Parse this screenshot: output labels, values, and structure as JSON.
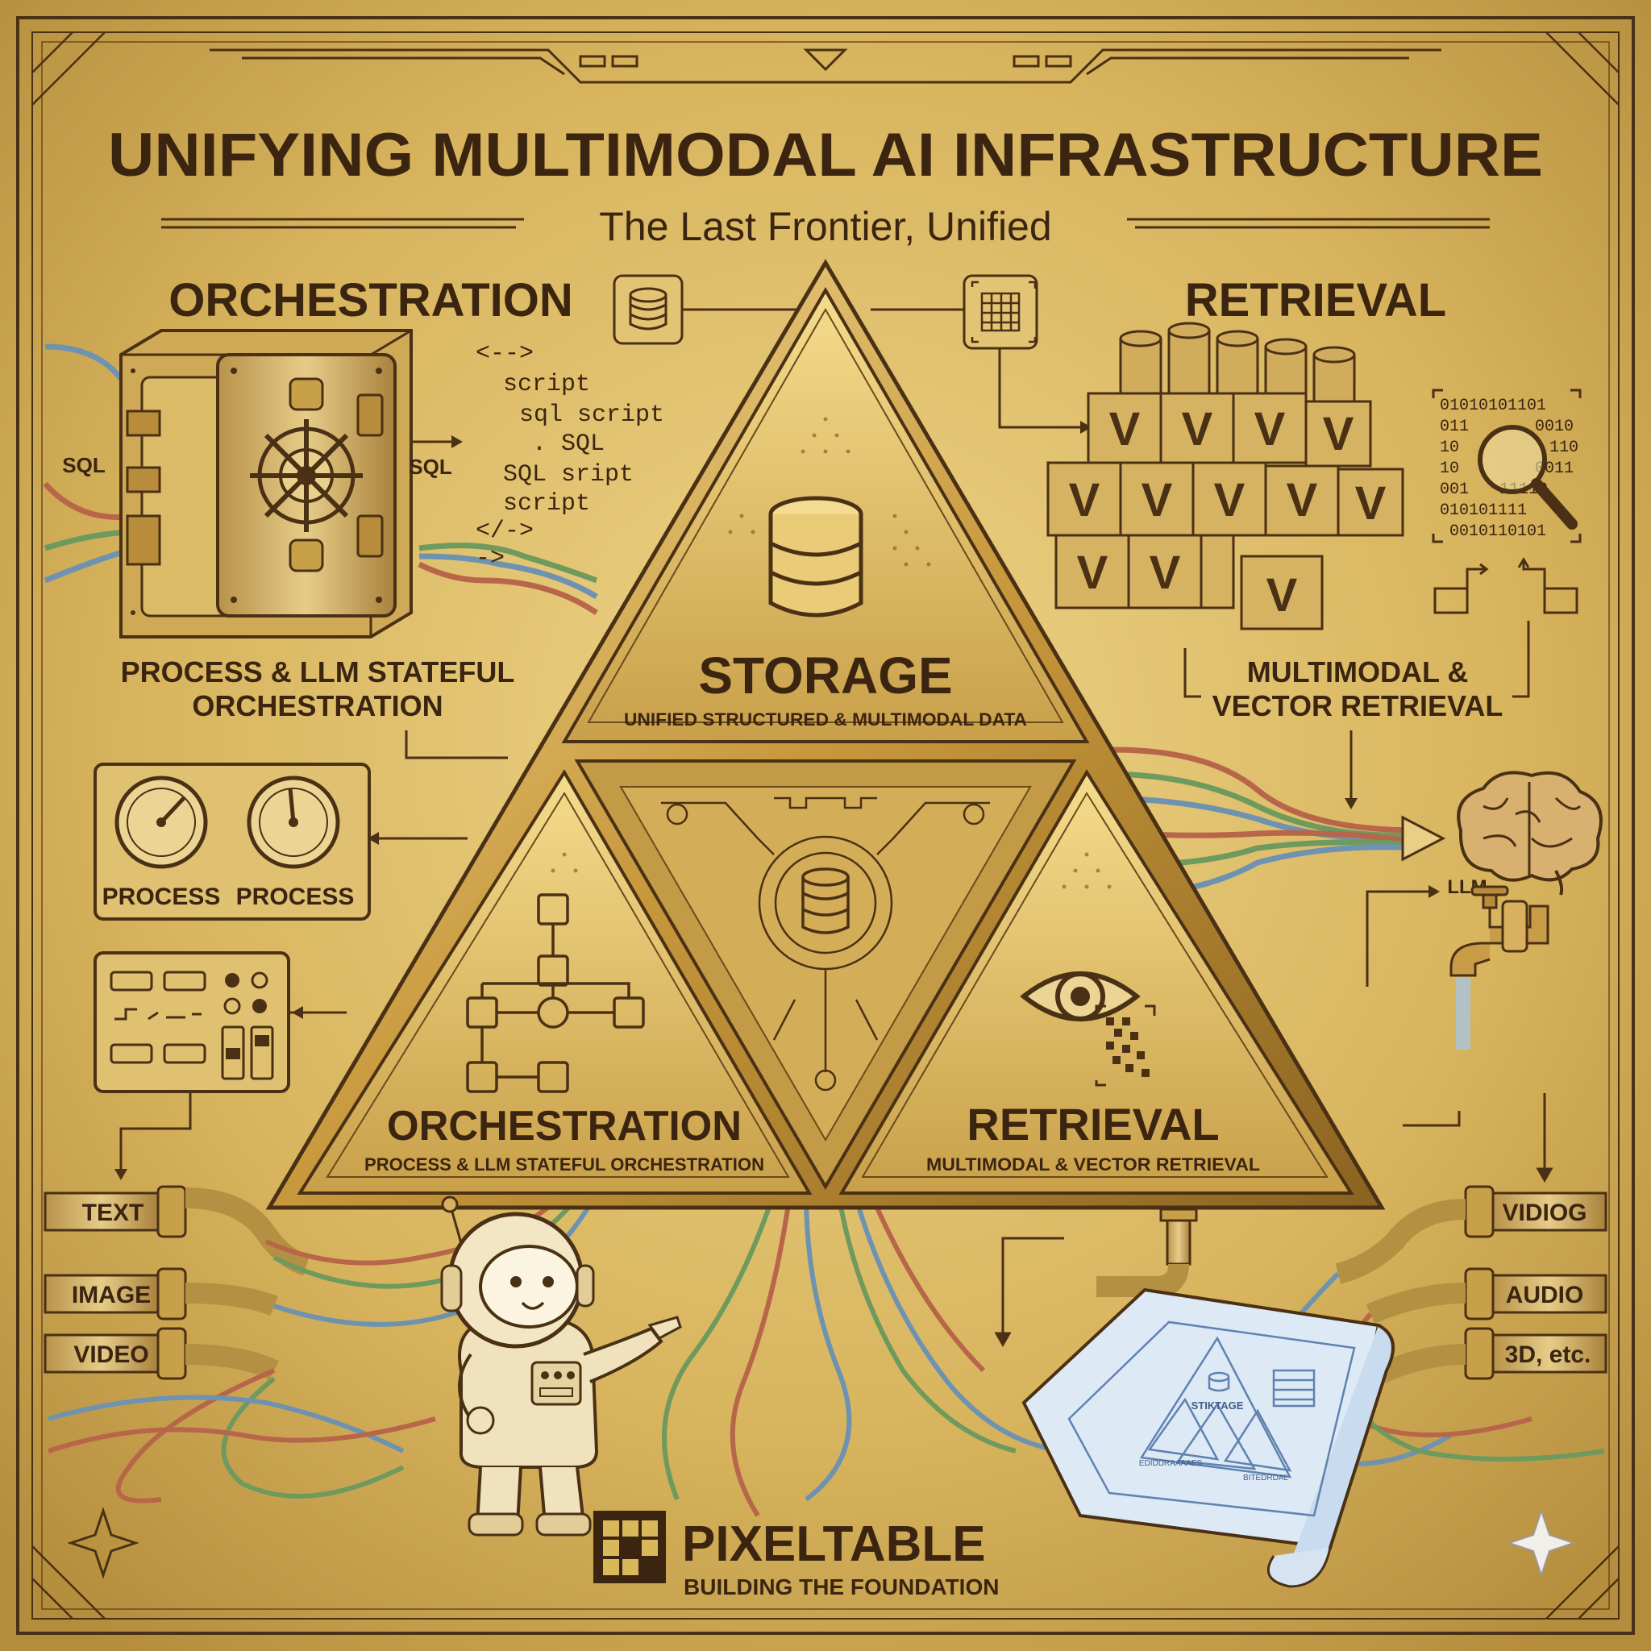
{
  "header": {
    "title": "UNIFYING MULTIMODAL AI INFRASTRUCTURE",
    "subtitle": "The Last Frontier, Unified"
  },
  "sections": {
    "orchestration": {
      "heading": "ORCHESTRATION",
      "caption_line1": "PROCESS & LLM STATEFUL",
      "caption_line2": "ORCHESTRATION"
    },
    "retrieval": {
      "heading": "RETRIEVAL",
      "caption_line1": "MULTIMODAL &",
      "caption_line2": "VECTOR RETRIEVAL"
    }
  },
  "vault": {
    "label_left": "SQL",
    "label_right": "SQL"
  },
  "code_snippet": [
    "<-->",
    "script",
    "sql script",
    ". SQL",
    "SQL sript",
    "script",
    "</->",
    "->"
  ],
  "gauges": {
    "left_label": "PROCESS",
    "right_label": "PROCESS"
  },
  "binary_panel": [
    "01010101101",
    "011",
    "0010",
    "10",
    "110",
    "10",
    "0011",
    "001",
    "11110",
    "010101111",
    "0010110101"
  ],
  "triforce": {
    "top": {
      "title": "STORAGE",
      "subtitle": "UNIFIED STRUCTURED & MULTIMODAL DATA"
    },
    "left": {
      "title": "ORCHESTRATION",
      "subtitle": "PROCESS & LLM STATEFUL ORCHESTRATION"
    },
    "right": {
      "title": "RETRIEVAL",
      "subtitle": "MULTIMODAL & VECTOR RETRIEVAL"
    }
  },
  "llm_label": "LLM",
  "pipes": {
    "left": [
      "TEXT",
      "IMAGE",
      "VIDEO"
    ],
    "right": [
      "VIDIOG",
      "AUDIO",
      "3D, etc."
    ]
  },
  "blueprint": {
    "top_label": "STIKTAGE",
    "left_label": "EDIDDRAAAAES",
    "right_label": "BITEDRDAL"
  },
  "brand": {
    "name": "PIXELTABLE",
    "tagline": "BUILDING THE FOUNDATION"
  },
  "colors": {
    "gold": "#d9b85a",
    "gold_dark": "#a9802a",
    "ink": "#3b2510",
    "wire_red": "#b8664a",
    "wire_green": "#6e9a5e",
    "wire_blue": "#6d93b0",
    "blueprint": "#dde9f5"
  }
}
